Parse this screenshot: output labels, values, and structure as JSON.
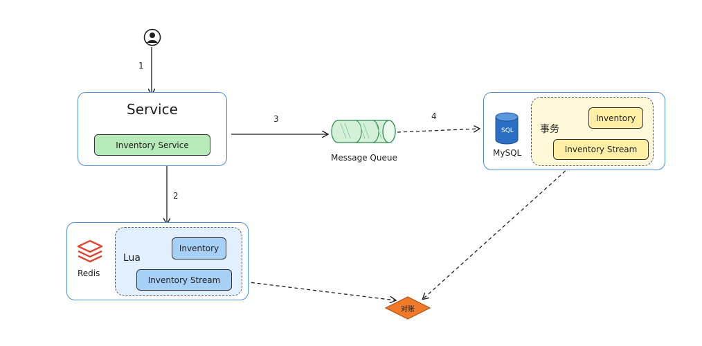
{
  "service": {
    "title": "Service",
    "inner_box": "Inventory Service"
  },
  "redis": {
    "name": "Redis",
    "group_label": "Lua",
    "box_inventory": "Inventory",
    "box_stream": "Inventory Stream"
  },
  "mysql": {
    "name": "MySQL",
    "icon_text": "SQL",
    "group_label": "事务",
    "box_inventory": "Inventory",
    "box_stream": "Inventory Stream"
  },
  "queue": {
    "label": "Message Queue"
  },
  "reconcile": {
    "label": "对账"
  },
  "arrows": {
    "a1": "1",
    "a2": "2",
    "a3": "3",
    "a4": "4"
  },
  "colors": {
    "panel_border": "#4a8fd6",
    "green": "#b7eab9",
    "blue": "#a7d0f7",
    "yellow": "#fff0a6",
    "redis_red": "#e0452f",
    "reconcile_orange": "#f07a2a",
    "mysql_blue": "#2a6fc4"
  }
}
